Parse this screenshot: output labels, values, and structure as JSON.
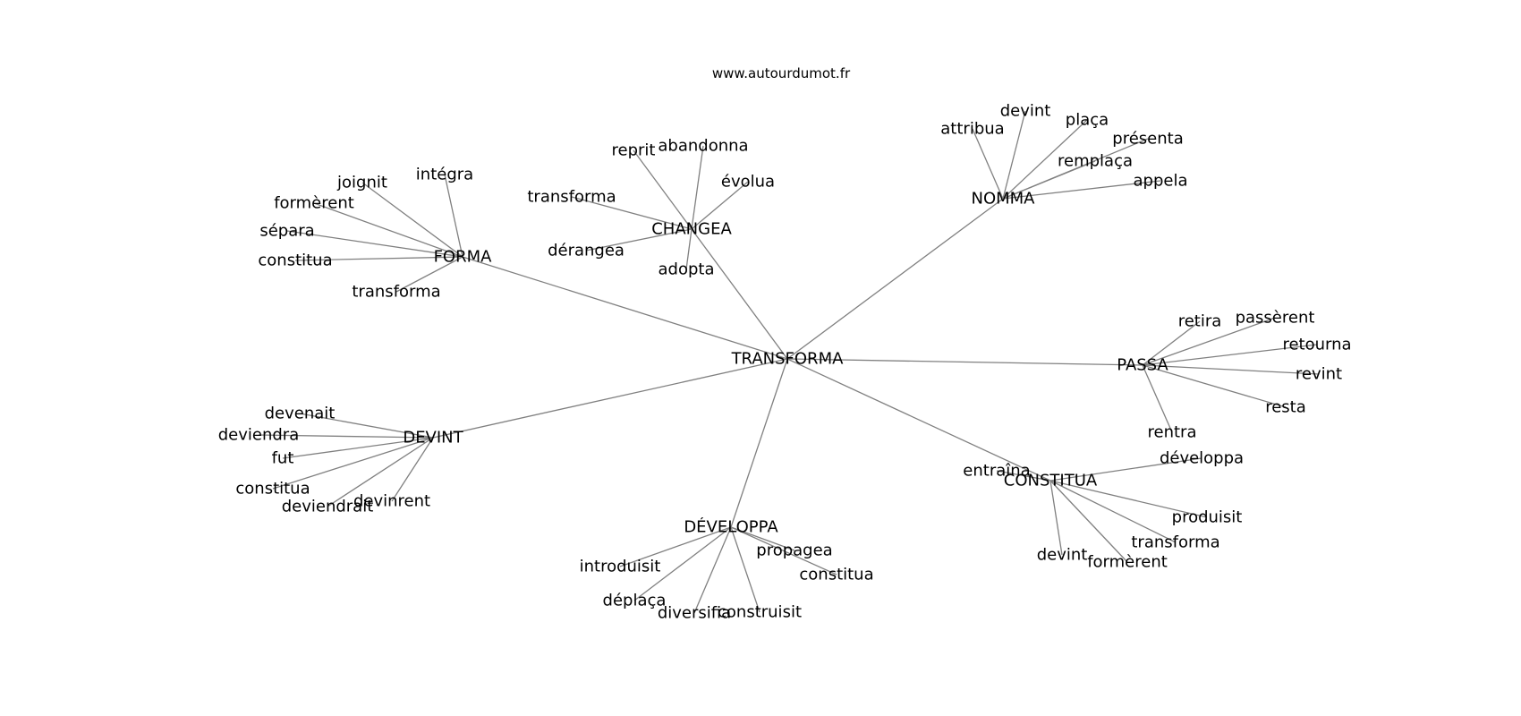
{
  "source": "www.autourdumot.fr",
  "graph": {
    "center": "TRANSFORMA",
    "clusters": [
      {
        "id": "forma",
        "label": "FORMA",
        "children": [
          "intégra",
          "joignit",
          "formèrent",
          "sépara",
          "constitua",
          "transforma"
        ]
      },
      {
        "id": "changea",
        "label": "CHANGEA",
        "children": [
          "reprit",
          "abandonna",
          "évolua",
          "transforma",
          "dérangea",
          "adopta"
        ]
      },
      {
        "id": "nomma",
        "label": "NOMMA",
        "children": [
          "attribua",
          "devint",
          "plaça",
          "présenta",
          "remplaça",
          "appela"
        ]
      },
      {
        "id": "passa",
        "label": "PASSA",
        "children": [
          "retira",
          "passèrent",
          "retourna",
          "revint",
          "resta",
          "rentra"
        ]
      },
      {
        "id": "constitua",
        "label": "CONSTITUA",
        "children": [
          "entraîna",
          "développa",
          "produisit",
          "transforma",
          "formèrent",
          "devint"
        ]
      },
      {
        "id": "developpa",
        "label": "DÉVELOPPA",
        "children": [
          "propagea",
          "constitua",
          "construisit",
          "diversifia",
          "déplaça",
          "introduisit"
        ]
      },
      {
        "id": "devint",
        "label": "DEVINT",
        "children": [
          "devenait",
          "deviendra",
          "fut",
          "constitua",
          "deviendrait",
          "devinrent"
        ]
      }
    ]
  }
}
